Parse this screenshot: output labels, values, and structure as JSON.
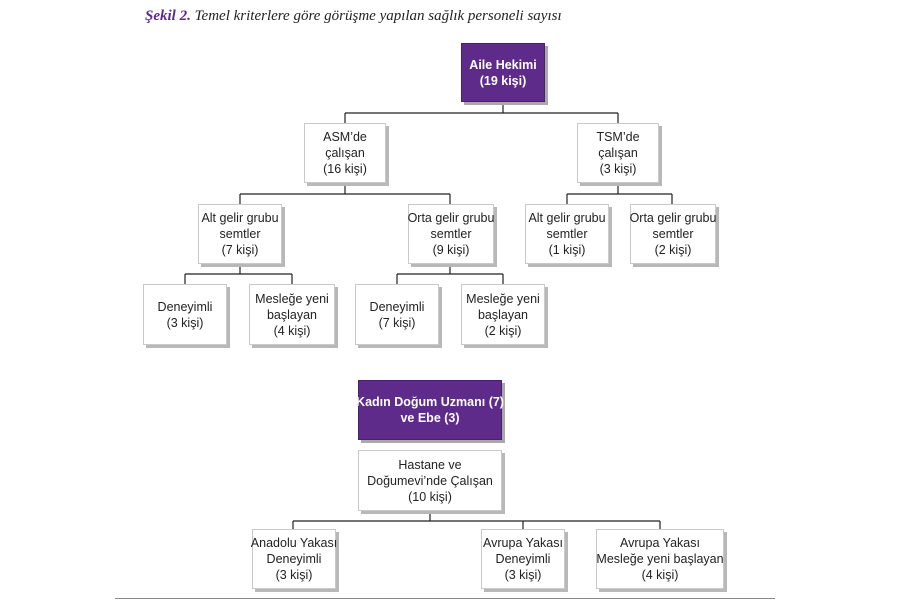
{
  "caption": {
    "label": "Şekil 2.",
    "text": "Temel kriterlere göre görüşme yapılan sağlık personeli sayısı"
  },
  "tree1": {
    "root": {
      "line1": "Aile Hekimi",
      "line2": "(19 kişi)"
    },
    "asm": {
      "line1": "ASM’de",
      "line2": "çalışan",
      "line3": "(16 kişi)"
    },
    "tsm": {
      "line1": "TSM’de",
      "line2": "çalışan",
      "line3": "(3 kişi)"
    },
    "asm_alt": {
      "line1": "Alt gelir grubu",
      "line2": "semtler",
      "line3": "(7 kişi)"
    },
    "asm_orta": {
      "line1": "Orta gelir grubu",
      "line2": "semtler",
      "line3": "(9 kişi)"
    },
    "tsm_alt": {
      "line1": "Alt gelir grubu",
      "line2": "semtler",
      "line3": "(1 kişi)"
    },
    "tsm_orta": {
      "line1": "Orta gelir grubu",
      "line2": "semtler",
      "line3": "(2 kişi)"
    },
    "alt_deneyimli": {
      "line1": "Deneyimli",
      "line2": "(3 kişi)"
    },
    "alt_yeni": {
      "line1": "Mesleğe yeni",
      "line2": "başlayan",
      "line3": "(4 kişi)"
    },
    "orta_deneyimli": {
      "line1": "Deneyimli",
      "line2": "(7 kişi)"
    },
    "orta_yeni": {
      "line1": "Mesleğe yeni",
      "line2": "başlayan",
      "line3": "(2 kişi)"
    }
  },
  "tree2": {
    "root": {
      "line1": "Kadın Doğum Uzmanı (7)",
      "line2": "ve Ebe (3)"
    },
    "hastane": {
      "line1": "Hastane ve",
      "line2": "Doğumevi’nde Çalışan",
      "line3": "(10 kişi)"
    },
    "anadolu": {
      "line1": "Anadolu Yakası",
      "line2": "Deneyimli",
      "line3": "(3 kişi)"
    },
    "avrupa_den": {
      "line1": "Avrupa Yakası",
      "line2": "Deneyimli",
      "line3": "(3 kişi)"
    },
    "avrupa_yeni": {
      "line1": "Avrupa Yakası",
      "line2": "Mesleğe yeni başlayan",
      "line3": "(4 kişi)"
    }
  },
  "colors": {
    "accent": "#5f2b8b",
    "line": "#222222"
  }
}
